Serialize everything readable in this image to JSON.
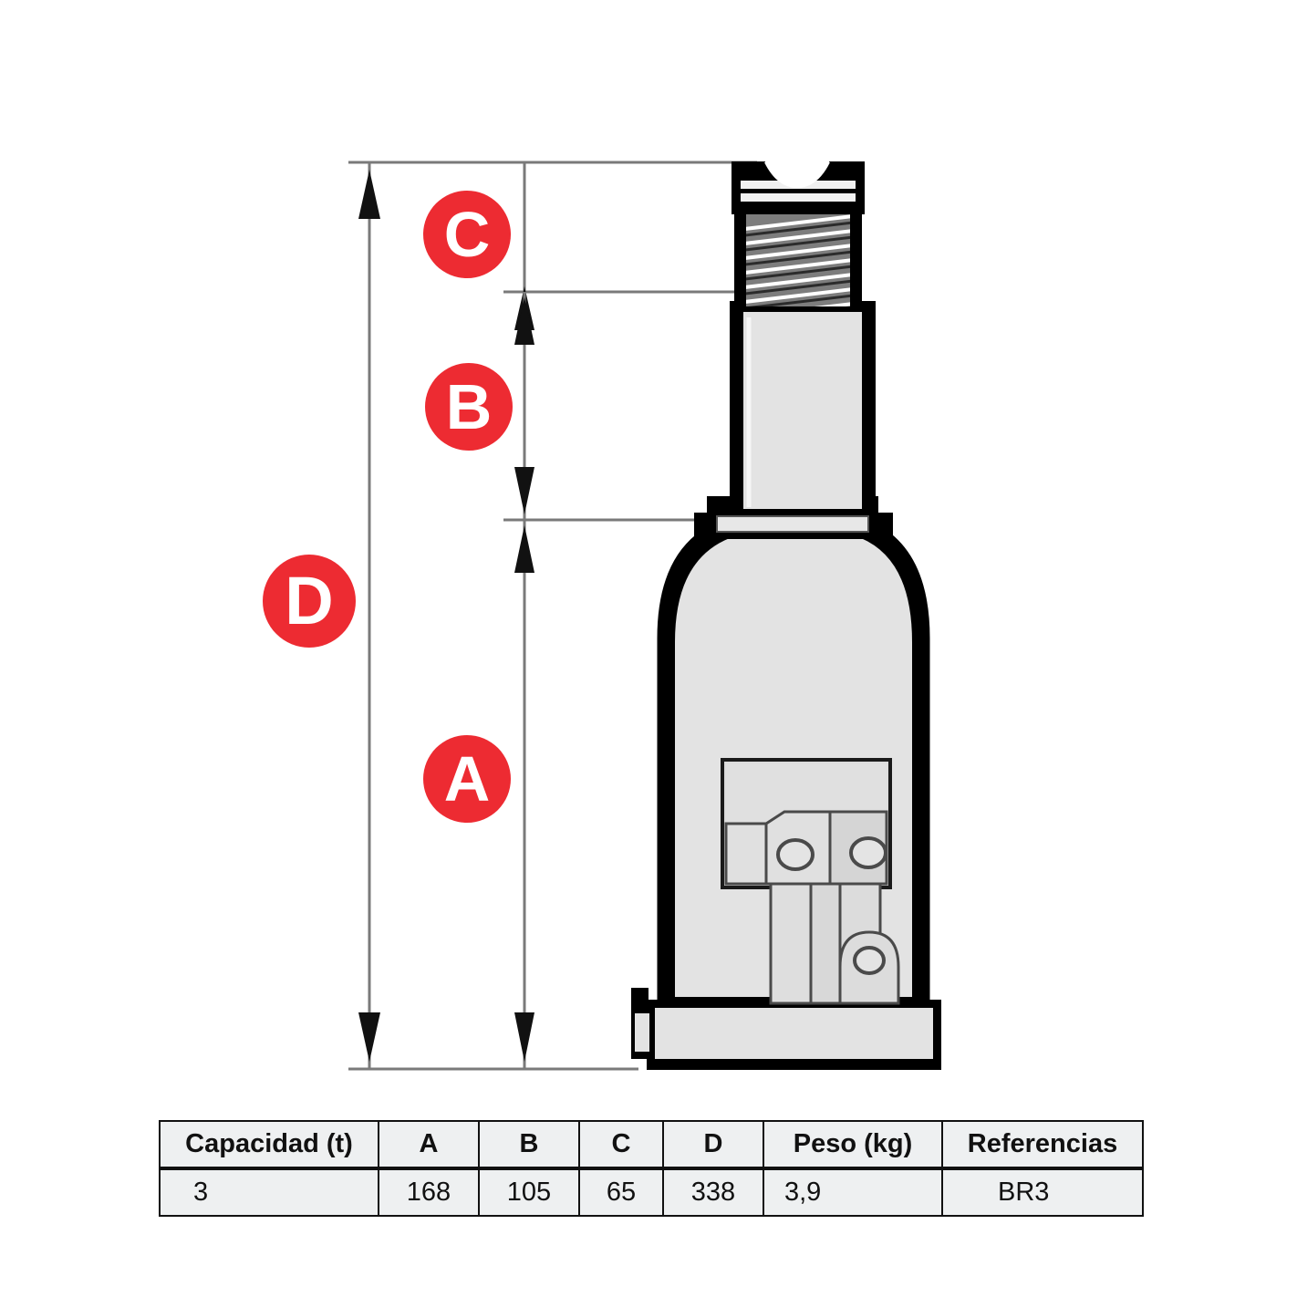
{
  "figure": {
    "kind": "bottle-jack-technical-drawing",
    "colors": {
      "badge_red": "#ed2b32",
      "badge_text": "#ffffff",
      "outline": "#000000",
      "body_fill": "#e3e3e3",
      "dimension_line": "#7a7a7a",
      "table_fill": "#eef0f1",
      "table_border": "#111111"
    },
    "dimension_badges": [
      {
        "id": "C",
        "label": "C"
      },
      {
        "id": "B",
        "label": "B"
      },
      {
        "id": "D",
        "label": "D"
      },
      {
        "id": "A",
        "label": "A"
      }
    ]
  },
  "table": {
    "headers": [
      "Capacidad (t)",
      "A",
      "B",
      "C",
      "D",
      "Peso (kg)",
      "Referencias"
    ],
    "rows": [
      {
        "capacidad": "3",
        "a": "168",
        "b": "105",
        "c": "65",
        "d": "338",
        "peso": "3,9",
        "referencias": "BR3"
      }
    ]
  },
  "chart_data": {
    "type": "table",
    "title": "",
    "categories": [
      "Capacidad (t)",
      "A",
      "B",
      "C",
      "D",
      "Peso (kg)",
      "Referencias"
    ],
    "values": [
      "3",
      "168",
      "105",
      "65",
      "338",
      "3,9",
      "BR3"
    ],
    "dimensions_mm": {
      "A": 168,
      "B": 105,
      "C": 65,
      "D": 338
    },
    "capacity_t": 3,
    "weight_kg": 3.9,
    "reference": "BR3"
  }
}
